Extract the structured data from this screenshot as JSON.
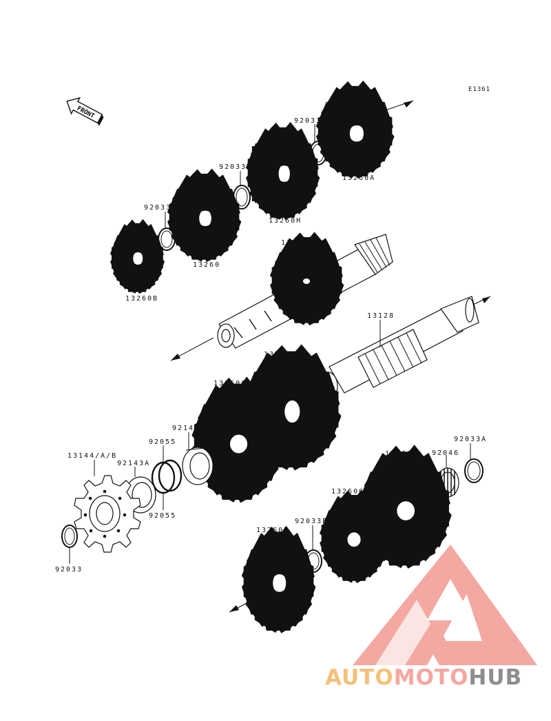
{
  "diagram": {
    "code": "E1361",
    "front_label": "FRONT",
    "labels": {
      "p92033B_1": "92033B",
      "p13260A": "13260A",
      "p92033B_2": "92033B",
      "p13260H": "13260H",
      "p92033B_3": "92033B",
      "p13260": "13260",
      "p13260B": "13260B",
      "p13127": "13127",
      "p13128": "13128",
      "p13260F": "13260F",
      "p13260C": "13260C",
      "p92143": "92143",
      "p92055_1": "92055",
      "p13144": "13144/A/B",
      "p92143A": "92143A",
      "p92055_2": "92055",
      "p92033": "92033",
      "p13260E": "13260E",
      "p92046": "92046",
      "p92033A": "92033A",
      "p13260G": "13260G",
      "p92033B_4": "92033B",
      "p13260D": "13260D"
    }
  },
  "watermark": {
    "part1": "AUTO",
    "part2": "MOTO",
    "part3": "HUB",
    "colors": {
      "auto": "#f5c07a",
      "moto": "#f5a6a0",
      "hub": "#8e8e8e",
      "logo": "#f29a92"
    }
  }
}
